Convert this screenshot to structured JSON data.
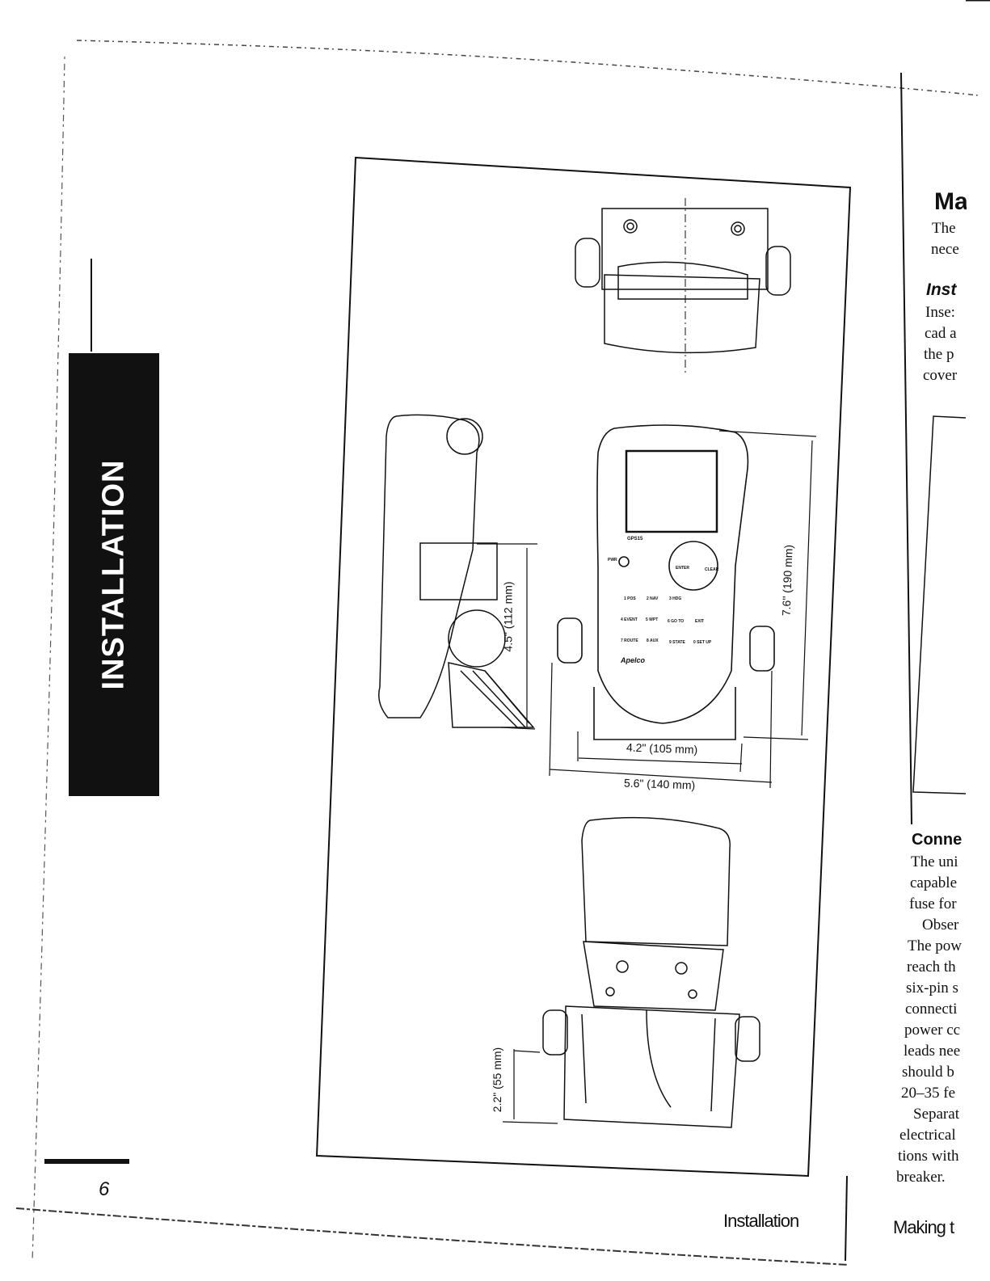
{
  "section_tab": "INSTALLATION",
  "page_number": "6",
  "footer": {
    "left_running_head": "Installation",
    "right_running_head": "Making t"
  },
  "diagram": {
    "model_label": "GPS15",
    "brand_label": "Apelco",
    "keys": {
      "power": "PWR",
      "enter": "ENTER",
      "clear": "CLEAR",
      "k1": "1 POS",
      "k2": "2 NAV",
      "k3": "3 HDG",
      "k4": "4 EVENT",
      "k5": "5 WPT",
      "k6": "6 GO TO",
      "exit": "EXIT",
      "k7": "7 ROUTE",
      "k8": "8 AUX",
      "k9": "9 STATE",
      "k0": "0 SET UP"
    },
    "dimensions": {
      "height_total": "7.6\" (190 mm)",
      "depth": "4.5\" (112 mm)",
      "width_unit": "4.2\" (105 mm)",
      "width_bracket": "5.6\" (140 mm)",
      "bracket_height": "2.2\" (55 mm)"
    }
  },
  "right_column": {
    "heading1": "Ma",
    "para1": [
      "The",
      "nece"
    ],
    "heading2": "Inst",
    "para2": [
      "Inse:",
      "cad a",
      "the p",
      "cover"
    ],
    "heading3": "Conne",
    "para3": [
      "The uni",
      "capable",
      "fuse for",
      "Obser",
      "The pow",
      "reach th",
      "six-pin s",
      "connecti",
      "power cc",
      "leads nee",
      "should b",
      "20–35 fe",
      "Separat",
      "electrical",
      "tions with",
      "breaker."
    ]
  }
}
